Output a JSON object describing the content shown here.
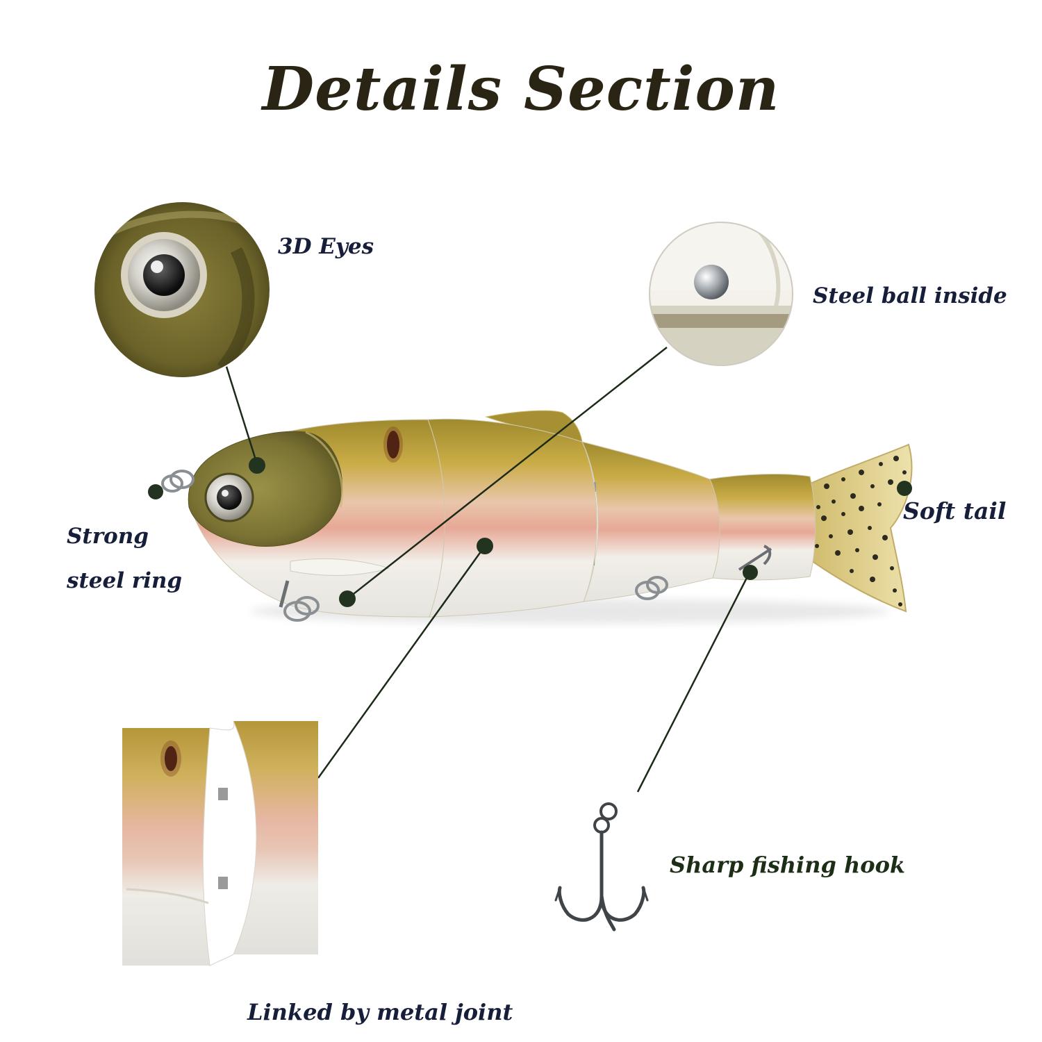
{
  "title": "Details Section",
  "labels": {
    "eyes": "3D Eyes",
    "steel_ball": "Steel ball inside",
    "soft_tail": "Soft tail",
    "ring_line1": "Strong",
    "ring_line2": "steel ring",
    "hook": "Sharp fishing hook",
    "joint": "Linked by metal joint"
  },
  "colors": {
    "title": "#2a2414",
    "label_text": "#161e3a",
    "hook_label_text": "#1d2e16",
    "callout_dot": "#22341f",
    "callout_line": "#1c2a18",
    "lure_back": "#b89a36",
    "lure_belly": "#f1efea",
    "lure_lateral_stripe": "#e2a896",
    "lure_head": "#7c7434",
    "tail": "#d8c67a",
    "hook_metal": "#3f4448"
  }
}
